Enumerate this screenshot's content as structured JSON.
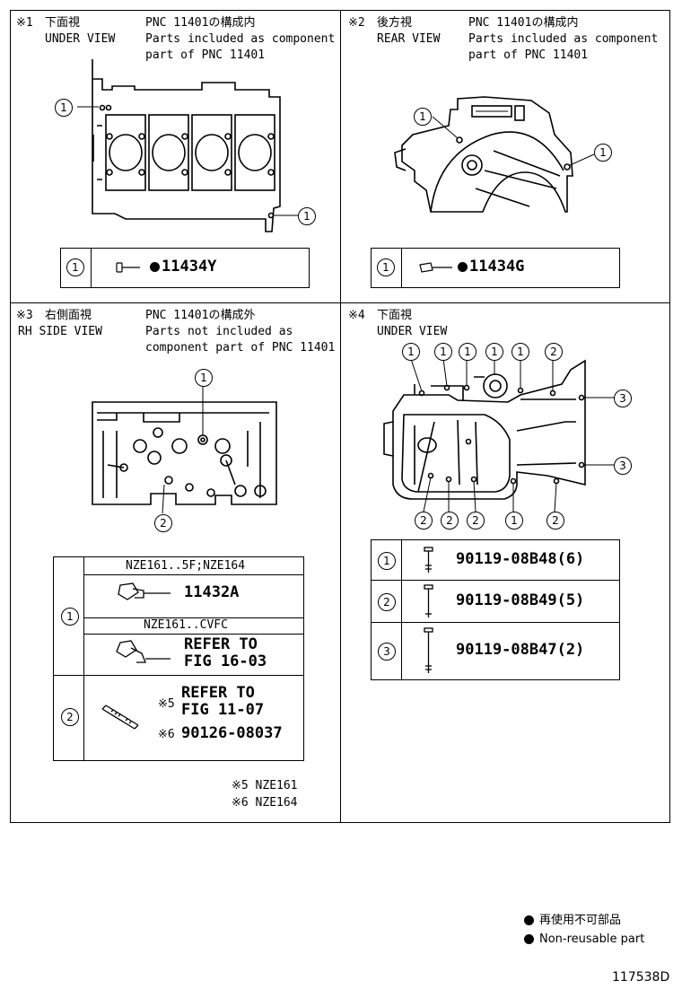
{
  "panel1": {
    "marker": "※1",
    "title_jp": "下面視",
    "title_en": "UNDER VIEW",
    "pnc_jp": "PNC 11401の構成内",
    "note_line1": "Parts included as component",
    "note_line2": "part of PNC 11401",
    "callout": "1",
    "legend_num": "1",
    "legend_part": "11434Y"
  },
  "panel2": {
    "marker": "※2",
    "title_jp": "後方視",
    "title_en": "REAR VIEW",
    "pnc_jp": "PNC 11401の構成内",
    "note_line1": "Parts included as component",
    "note_line2": "part of PNC 11401",
    "callout": "1",
    "legend_num": "1",
    "legend_part": "11434G"
  },
  "panel3": {
    "marker": "※3",
    "title_jp": "右側面視",
    "title_en": "RH SIDE VIEW",
    "pnc_jp": "PNC 11401の構成外",
    "note_line1": "Parts not included as",
    "note_line2": "component part of PNC 11401",
    "callout1": "1",
    "callout2": "2",
    "table": {
      "row1_num": "1",
      "sub1_header": "NZE161..5F;NZE164",
      "sub1_part": "11432A",
      "sub2_header": "NZE161..CVFC",
      "sub2_refer": "REFER TO",
      "sub2_fig": "FIG 16-03",
      "row2_num": "2",
      "row2_mark5": "※5",
      "row2_refer": "REFER TO",
      "row2_fig": "FIG 11-07",
      "row2_mark6": "※6",
      "row2_part": "90126-08037"
    },
    "foot1": "※5 NZE161",
    "foot2": "※6 NZE164"
  },
  "panel4": {
    "marker": "※4",
    "title_jp": "下面視",
    "title_en": "UNDER VIEW",
    "c1": "1",
    "c2": "2",
    "c3": "3",
    "legend": [
      {
        "num": "1",
        "part": "90119-08B48(6)"
      },
      {
        "num": "2",
        "part": "90119-08B49(5)"
      },
      {
        "num": "3",
        "part": "90119-08B47(2)"
      }
    ]
  },
  "footer": {
    "nonreuse_jp": "再使用不可部品",
    "nonreuse_en": "Non-reusable part",
    "code": "117538D"
  }
}
